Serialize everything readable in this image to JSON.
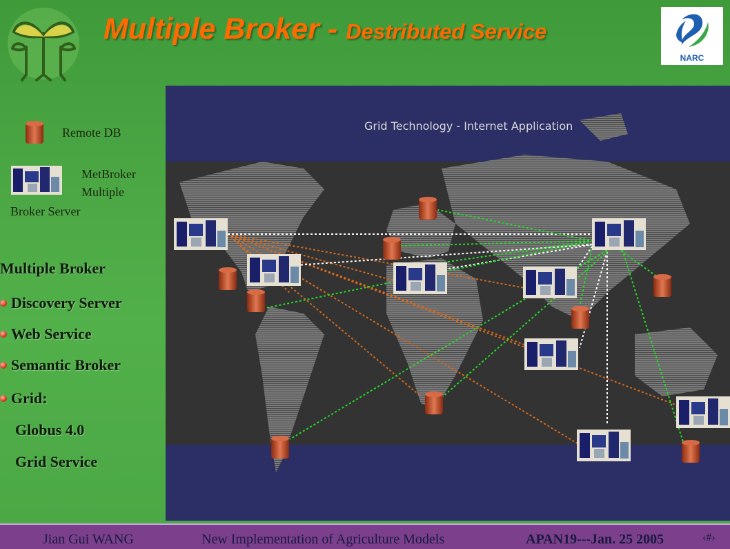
{
  "slide": {
    "title_main": "Multiple Broker - ",
    "title_rest": "Destributed  Service",
    "logo_right_text": "NARC"
  },
  "legend": {
    "remote_db": "Remote DB",
    "broker_line1": "MetBroker",
    "broker_line2": "Multiple",
    "broker_line3": "Broker  Server"
  },
  "list": {
    "heading": "Multiple Broker",
    "items": [
      "Discovery Server",
      "Web  Service",
      "Semantic Broker",
      "Grid:"
    ],
    "sub_items": [
      "Globus 4.0",
      "Grid Service"
    ]
  },
  "map": {
    "subtitle": "Grid Technology - Internet  Application"
  },
  "footer": {
    "author": "Jian Gui  WANG",
    "talk": "New Implementation of Agriculture Models",
    "event": "APAN19---Jan. 25 2005",
    "page": "‹#›"
  },
  "colors": {
    "title": "#ff6a00",
    "db": "#c0502a",
    "green_link": "#22dd22",
    "orange_link": "#d86a1a",
    "white_link": "#ffffff",
    "map_bg": "#2b2f66",
    "footer_bg": "#7b3f8c"
  }
}
